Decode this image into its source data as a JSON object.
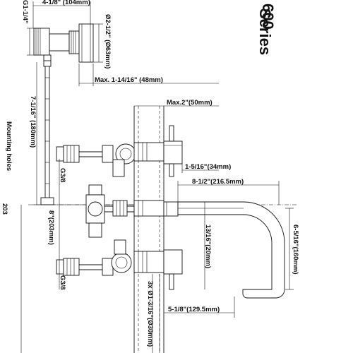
{
  "series": {
    "number": "600",
    "label": "Series"
  },
  "dimensions": {
    "top_width": "4-1/8\" (104mm)",
    "thread": "G1-1/4\"",
    "diameter": "Ø2-1/2\" (Ø63mm)",
    "max_depth": "Max. 1-14/16\" (48mm)",
    "max_wall": "Max.2\"(50mm)",
    "height_180": "7-1/16\" (180mm)",
    "mounting_holes": "Mounting holes",
    "handle_34": "1-5/16\"(34mm)",
    "spout_reach": "8-1/2\"(216.5mm)",
    "g38_top": "G3/8",
    "g38_bottom": "G3/8",
    "spacing_203": "8\"(203mm)",
    "spout_20": "13/16\"(20mm)",
    "spout_height": "6-5/16\"(160mm)",
    "hole_dia": "3x Ø1-3/16\"(Ø30mm)",
    "spout_129": "5-1/8\"(129.5mm)",
    "number_203": "203"
  }
}
